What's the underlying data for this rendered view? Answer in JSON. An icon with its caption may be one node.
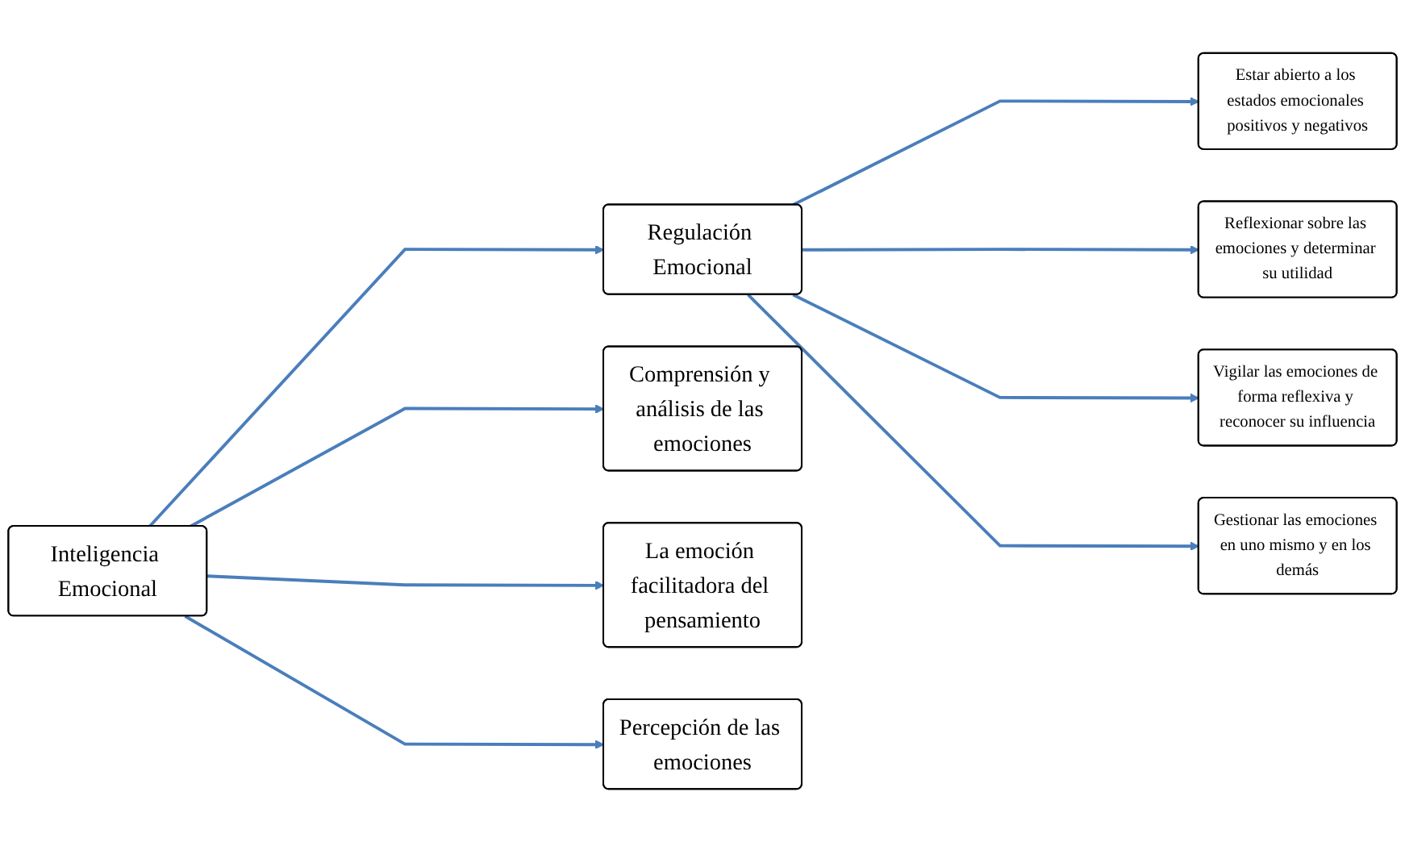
{
  "diagram": {
    "nodes": [
      {
        "text": [
          "Inteligencia Emocional"
        ]
      },
      {
        "text": [
          "Regulación Emocional"
        ]
      },
      {
        "text": [
          "Comprensión y análisis de las emociones"
        ]
      },
      {
        "text": [
          "La emoción facilitadora del pensamiento"
        ]
      },
      {
        "text": [
          "Percepción de las emociones"
        ]
      },
      {
        "text": [
          "Estar abierto a los estados emocionales positivos y negativos"
        ]
      },
      {
        "text": [
          "Reflexionar sobre las emociones y determinar su utilidad"
        ]
      },
      {
        "text": [
          "Vigilar las emociones de forma reflexiva y reconocer su influencia"
        ]
      },
      {
        "text": [
          "Gestionar las emociones en uno mismo y en los demás"
        ]
      }
    ],
    "edges": [
      {
        "from": 0,
        "to": 1,
        "arrow": "to"
      },
      {
        "from": 0,
        "to": 2,
        "arrow": "to"
      },
      {
        "from": 0,
        "to": 3,
        "arrow": "to"
      },
      {
        "from": 0,
        "to": 4,
        "arrow": "to"
      },
      {
        "from": 1,
        "to": 5,
        "arrow": "to"
      },
      {
        "from": 1,
        "to": 6,
        "arrow": "to"
      },
      {
        "from": 1,
        "to": 7,
        "arrow": "to"
      },
      {
        "from": 1,
        "to": 8,
        "arrow": "to"
      }
    ]
  }
}
